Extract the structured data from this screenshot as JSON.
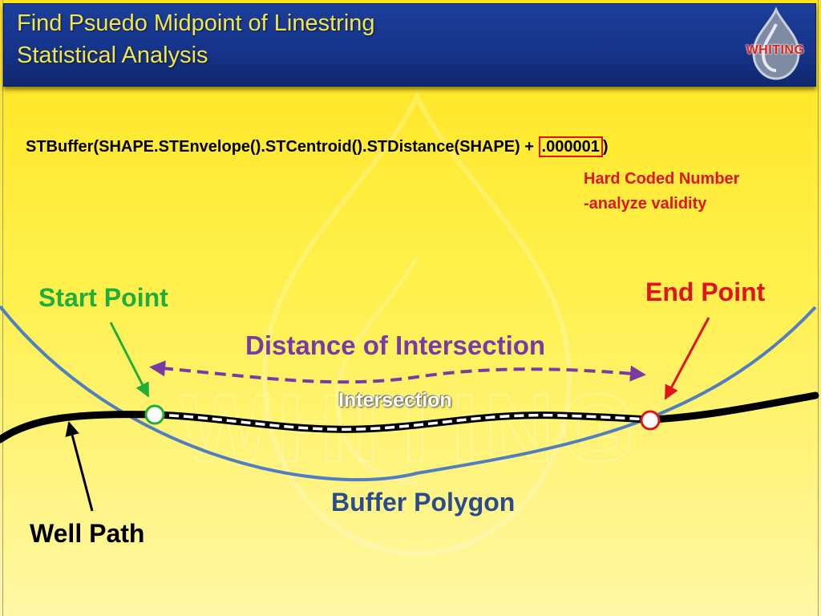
{
  "slide": {
    "title_line1": "Find Psuedo Midpoint of Linestring",
    "title_line2": "Statistical Analysis",
    "logo_text": "WHITING",
    "watermark_text": "WHITING"
  },
  "formula": {
    "prefix": "STBuffer(SHAPE.STEnvelope().STCentroid().STDistance(SHAPE) + ",
    "highlight": ".000001",
    "suffix": ")"
  },
  "note": {
    "line1": "Hard Coded Number",
    "line2": "-analyze validity"
  },
  "diagram": {
    "start_point": "Start Point",
    "end_point": "End Point",
    "distance_label": "Distance of Intersection",
    "intersection_label": "Intersection",
    "buffer_label": "Buffer Polygon",
    "well_path_label": "Well Path"
  },
  "colors": {
    "header_blue": "#16348a",
    "title_yellow": "#f2e64a",
    "start_green": "#1fae3a",
    "end_red": "#e0141c",
    "distance_purple": "#7a3aa6",
    "buffer_blue": "#4f7fc0",
    "buffer_label_blue": "#2a4c8e",
    "well_black": "#000000"
  }
}
